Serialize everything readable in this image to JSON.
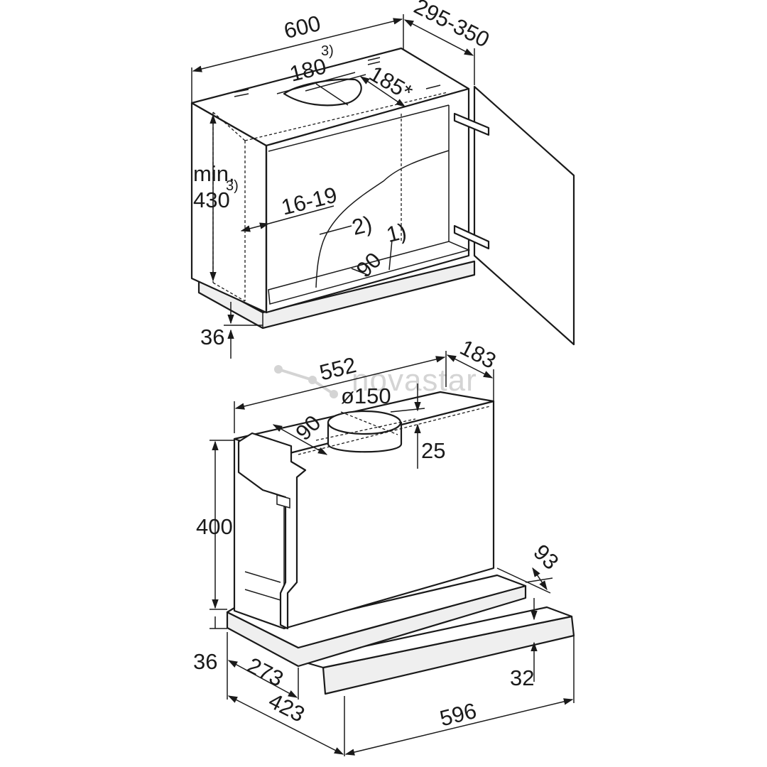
{
  "cabinet": {
    "width": "600",
    "depth": "295-350",
    "cutout_width": "180",
    "cutout_width_note": "3)",
    "cutout_depth": "185*",
    "min_label": "min.",
    "min_height": "430",
    "min_height_note": "3)",
    "side_thickness": "16-19",
    "callout_1": "1)",
    "callout_2": "2)",
    "front_offset": "90",
    "bottom_height": "36"
  },
  "hood": {
    "body_width": "552",
    "body_depth": "183",
    "duct_diameter": "ø150",
    "duct_offset": "90",
    "duct_height": "25",
    "body_height": "400",
    "visor_depth": "93",
    "panel_height": "36",
    "depth_273": "273",
    "depth_423": "423",
    "front_width": "596",
    "front_height": "32"
  },
  "watermark": {
    "text": "novastar"
  }
}
